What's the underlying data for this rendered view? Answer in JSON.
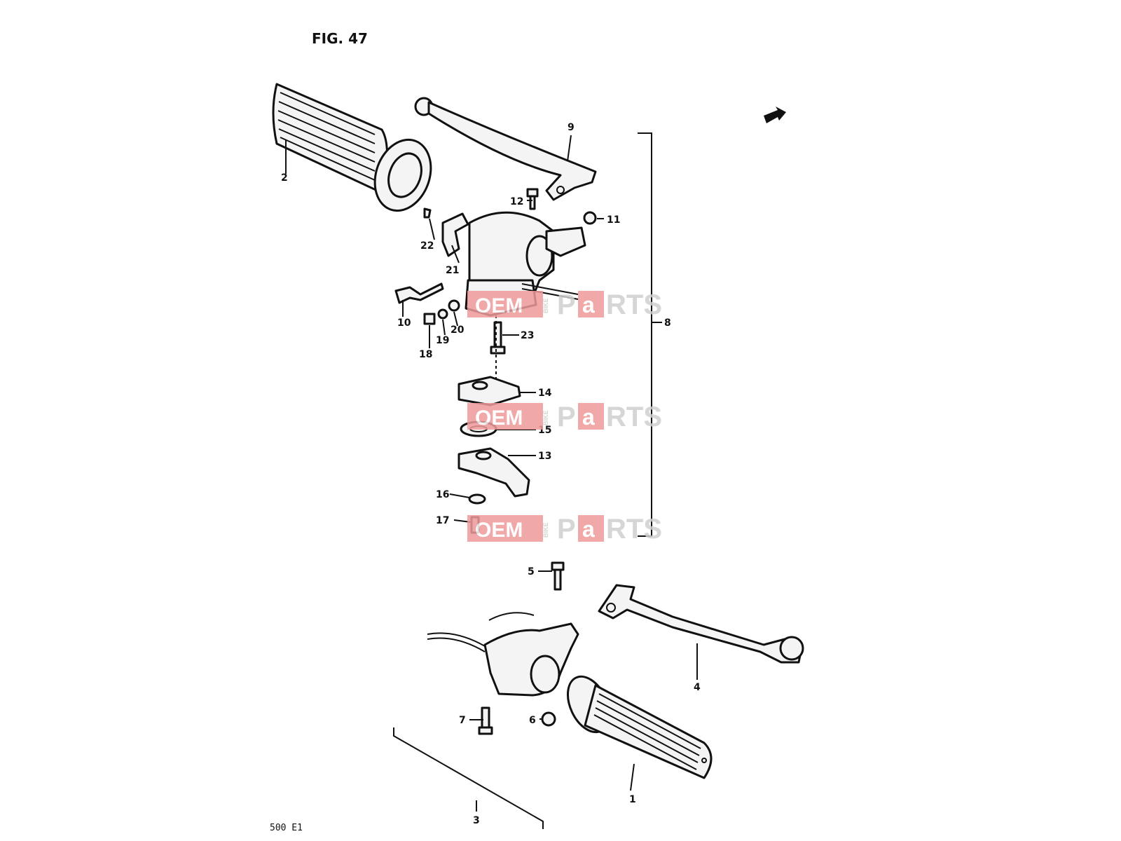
{
  "figure": {
    "title": "FIG. 47",
    "model_code": "500 E1"
  },
  "watermark": {
    "oem": "OEM",
    "bike": "BIKE",
    "parts": [
      "P",
      "a",
      "RTS"
    ],
    "colors": {
      "red": "#ef9a9a",
      "gray": "#cfcfcf"
    }
  },
  "callouts": [
    "1",
    "2",
    "3",
    "4",
    "5",
    "6",
    "7",
    "8",
    "9",
    "10",
    "11",
    "12",
    "13",
    "14",
    "15",
    "16",
    "17",
    "18",
    "19",
    "20",
    "21",
    "22",
    "23"
  ],
  "icons": {
    "direction_arrow": "front-direction-arrow-icon"
  }
}
